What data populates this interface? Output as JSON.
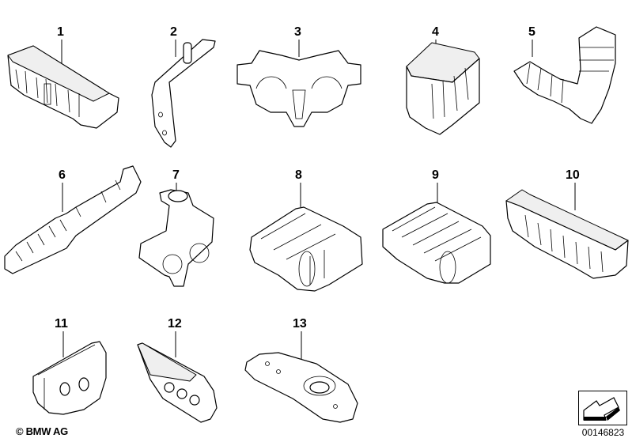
{
  "diagram": {
    "parts": [
      {
        "number": "1",
        "description": "multi-slot cable holder"
      },
      {
        "number": "2",
        "description": "angled bracket with stud"
      },
      {
        "number": "3",
        "description": "double pipe clip with push-in anchor"
      },
      {
        "number": "4",
        "description": "box cable holder"
      },
      {
        "number": "5",
        "description": "L-shaped multi-pipe holder"
      },
      {
        "number": "6",
        "description": "long stepped cable clip"
      },
      {
        "number": "7",
        "description": "clip with post and double clamp"
      },
      {
        "number": "8",
        "description": "triple pipe holder"
      },
      {
        "number": "9",
        "description": "four-way pipe holder"
      },
      {
        "number": "10",
        "description": "long multi-slot cable holder"
      },
      {
        "number": "11",
        "description": "grommet with two holes"
      },
      {
        "number": "12",
        "description": "wedge grommet with three slots"
      },
      {
        "number": "13",
        "description": "flat mounting plate with center opening"
      }
    ]
  },
  "footer": {
    "copyright": "© BMW AG",
    "document_number": "00146823",
    "nav_icon": "arrow-down-left-icon"
  }
}
